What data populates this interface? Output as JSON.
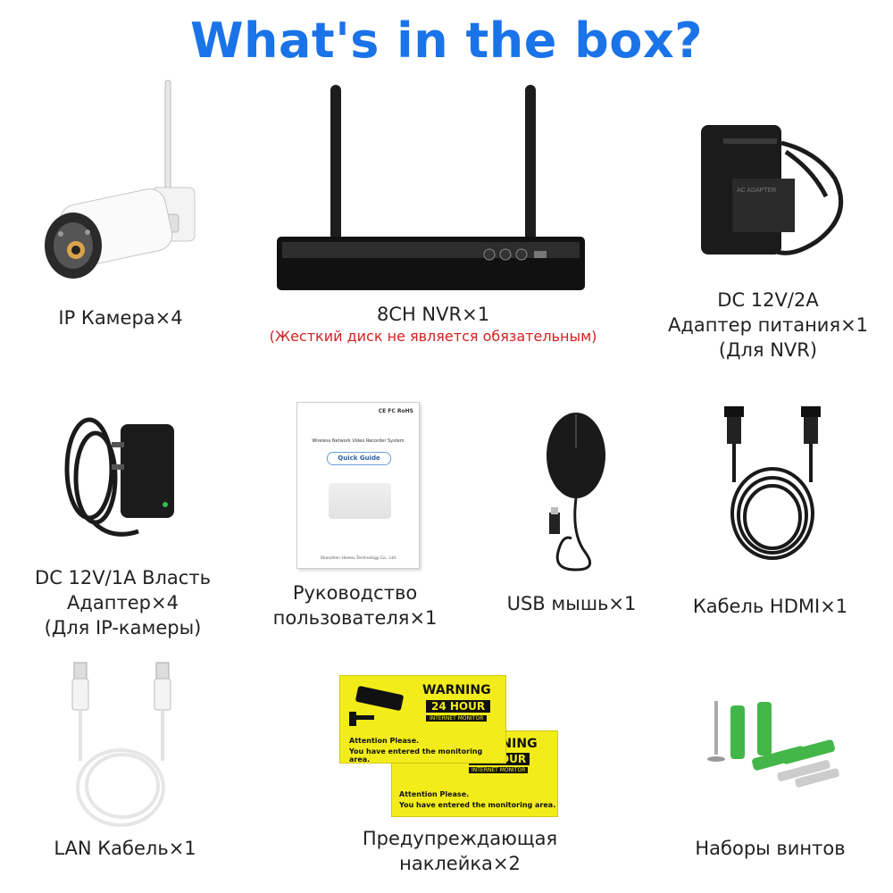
{
  "title": "What's in the box?",
  "items": [
    {
      "lines": [
        "IP Камера×4"
      ]
    },
    {
      "lines": [
        "8CH NVR×1"
      ],
      "note": "(Жесткий диск не является обязательным)"
    },
    {
      "lines": [
        "DC 12V/2A",
        "Адаптер питания×1",
        "(Для NVR)"
      ]
    },
    {
      "lines": [
        "DC 12V/1A Власть",
        "Адаптер×4",
        "(Для IP-камеры)"
      ]
    },
    {
      "lines": [
        "Руководство",
        "пользователя×1"
      ]
    },
    {
      "lines": [
        "USB мышь×1"
      ]
    },
    {
      "lines": [
        "Кабель HDMI×1"
      ]
    },
    {
      "lines": [
        "LAN Кабель×1"
      ]
    },
    {
      "lines": [
        "Предупреждающая",
        "наклейка×2"
      ]
    },
    {
      "lines": [
        "Наборы винтов"
      ]
    }
  ],
  "manual": {
    "cert": "CE FC RoHS",
    "heading": "Wireless Network Video Recorder System",
    "button": "Quick Guide",
    "footer": "Shenzhen Hiseeu Technology Co., Ltd"
  },
  "sticker": {
    "warning": "WARNING",
    "hours": "24 HOUR",
    "monitor": "INTERNET MONITOR",
    "attention": "Attention Please.",
    "entered": "You have entered the monitoring area."
  },
  "adapter_label": "AC ADAPTER",
  "colors": {
    "title": "#1a73e8",
    "note": "#d62020",
    "sticker": "#f2ec1a",
    "anchor": "#44b649"
  }
}
